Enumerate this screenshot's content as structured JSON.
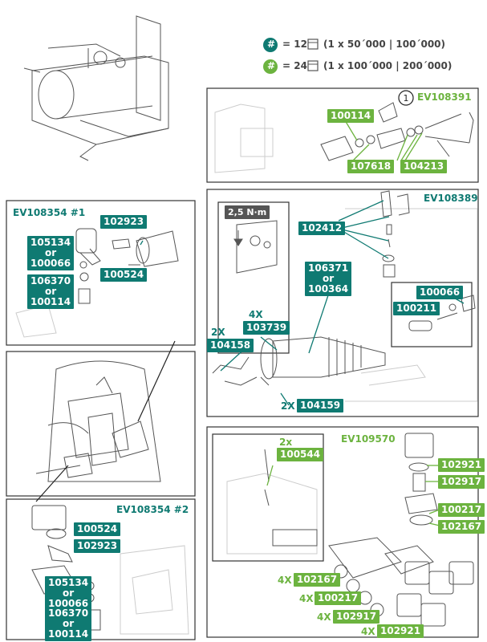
{
  "legend": [
    {
      "symbol": "#",
      "count": "= 12",
      "interval": "(1 x 50´000 | 100´000)",
      "color": "#0f7a72"
    },
    {
      "symbol": "#",
      "count": "= 24",
      "interval": "(1 x 100´000 | 200´000)",
      "color": "#6cb33f"
    }
  ],
  "panels": {
    "p108391": {
      "title": "EV108391",
      "callout": "1",
      "parts": [
        "100114",
        "107618",
        "104213"
      ]
    },
    "p108354_1": {
      "title": "EV108354 #1",
      "parts": [
        "102923",
        "105134\nor\n100066",
        "100524",
        "106370\nor\n100114"
      ]
    },
    "p108389": {
      "title": "EV108389",
      "torque": "2,5 N·m",
      "parts": [
        "102412",
        "106371\nor\n100364",
        "103739",
        "104158",
        "104159",
        "100066",
        "100211"
      ],
      "qty": [
        "4X",
        "2X",
        "2X"
      ]
    },
    "p108354_2": {
      "title": "EV108354 #2",
      "parts": [
        "100524",
        "102923",
        "105134\nor\n100066",
        "106370\nor\n100114"
      ]
    },
    "p109570": {
      "title": "EV109570",
      "inset_qty": "2x",
      "inset_part": "100544",
      "parts": [
        "102921",
        "102917",
        "100217",
        "102167"
      ],
      "bottom": [
        {
          "qty": "4X",
          "part": "102167"
        },
        {
          "qty": "4X",
          "part": "100217"
        },
        {
          "qty": "4X",
          "part": "102917"
        },
        {
          "qty": "4X",
          "part": "102921"
        }
      ]
    }
  },
  "colors": {
    "teal": "#0f7a72",
    "green": "#6cb33f"
  }
}
